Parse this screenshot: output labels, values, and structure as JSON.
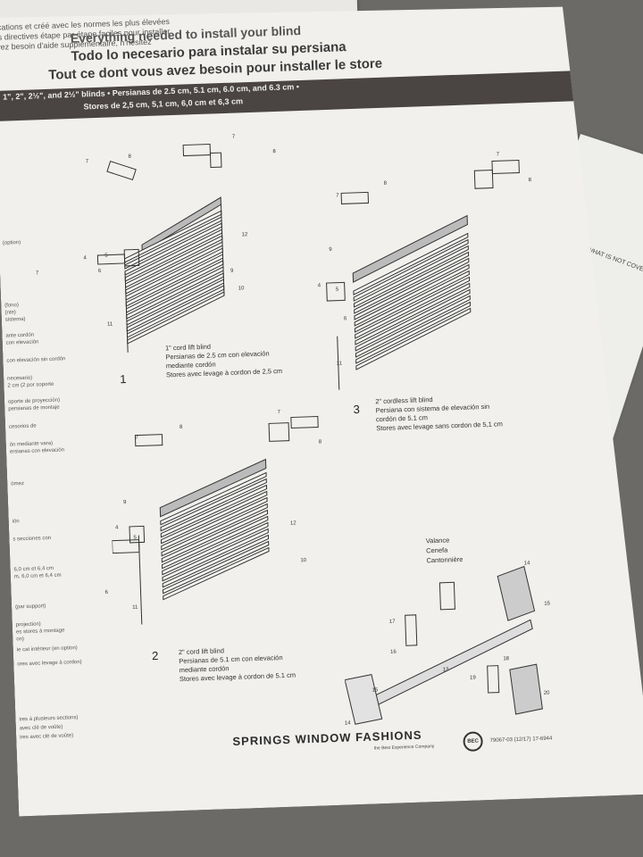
{
  "header": {
    "top_lines": [
      "ifications et créé avec les normes les plus élevées",
      "les directives étape par étape faciles pour installer",
      "avez besoin d'aide supplémentaire, n'hésitez"
    ],
    "title_en": "Everything needed to install your blind",
    "title_es": "Todo lo necesario para instalar su persiana",
    "title_fr": "Tout ce dont vous avez besoin pour installer le store"
  },
  "band": {
    "line1": "1\", 2\", 2½\", and 2½\" blinds • Persianas de 2.5 cm, 5.1 cm, 6.0 cm, and 6.3 cm •",
    "line2": "Stores de 2,5 cm, 5,1 cm, 6,0 cm et 6,3 cm"
  },
  "left_notes": [
    "(option)",
    "(fono)",
    "(nte)",
    "sistema)",
    "ante cordón",
    "con elevación",
    "con elevación sin cordón",
    "necesario)",
    "2 cm (2 por soporte",
    "oporte de proyección)",
    "persianas de montaje",
    "cesorios de",
    "ón mediante vara)",
    "ersianas con elevación",
    "ómez",
    "ión",
    "s secciones con",
    "6,0 cm et 6,4 cm",
    "m, 6,0 cm et 6,4 cm",
    "(par support)",
    "projection)",
    "es stores à montage",
    "on)",
    "ie cat intérieur (en option)",
    "ores avec levage à cordon)",
    "ires à plusieurs sections)",
    "avec clé de voûte)",
    "ires avec clé de voûte)"
  ],
  "diagram1": {
    "number": "1",
    "caption": [
      "1\" cord lift blind",
      "Persianas de 2.5 cm con elevación",
      "mediante cordón",
      "Stores avec levage à cordon de 2,5 cm"
    ],
    "labels": [
      "7",
      "8",
      "7",
      "8",
      "12",
      "4",
      "5",
      "6",
      "9",
      "10",
      "11",
      "7"
    ]
  },
  "diagram2": {
    "number": "2",
    "caption": [
      "2\" cord lift blind",
      "Persianas de 5.1 cm con elevación",
      "mediante cordón",
      "Stores avec levage à cordon de 5.1 cm"
    ],
    "labels": [
      "7",
      "8",
      "7",
      "8",
      "12",
      "4",
      "5",
      "6",
      "9",
      "10",
      "11"
    ]
  },
  "diagram3": {
    "number": "3",
    "caption": [
      "2\" cordless lift blind",
      "Persiana con sistema de elevación sin",
      "cordón de 5.1 cm",
      "Stores avec levage sans cordon de 5,1 cm"
    ],
    "labels": [
      "7",
      "8",
      "7",
      "8",
      "4",
      "5",
      "6",
      "9",
      "11"
    ]
  },
  "valance": {
    "lines": [
      "Valance",
      "Cenefa",
      "Cantonnière"
    ],
    "labels": [
      "14",
      "15",
      "17",
      "16",
      "13",
      "19",
      "18",
      "20",
      "14",
      "15"
    ]
  },
  "footer": {
    "brand": "SPRINGS WINDOW FASHIONS",
    "tagline": "the Best Experience Company",
    "logo": "BEC",
    "part_number": "79067-03 (12/17) 17-6944"
  },
  "right_sheet": {
    "label": "WHAT IS NOT COVERED"
  }
}
